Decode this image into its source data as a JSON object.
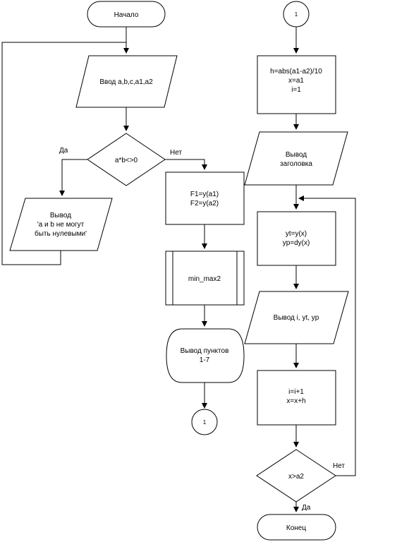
{
  "flowchart": {
    "start_label": "Начало",
    "input_label": "Ввод a,b,c,a1,a2",
    "condition_label": "a*b<>0",
    "yes_label": "Да",
    "no_label": "Нет",
    "error_output": [
      "Вывод",
      "'a и b не могут",
      "быть нулевыми'"
    ],
    "compute_f": [
      "F1=y(a1)",
      "F2=y(a2)"
    ],
    "minmax_label": "min_max2",
    "display_points": [
      "Вывод пунктов",
      "1-7"
    ],
    "connector_label": "1"
  },
  "right_column": {
    "connector_label": "1",
    "init_block": [
      "h=abs(a1-a2)/10",
      "x=a1",
      "i=1"
    ],
    "header_output": [
      "Вывод",
      "заголовка"
    ],
    "compute_y": [
      "yt=y(x)",
      "yp=dy(x)"
    ],
    "values_output": "Вывод i, yt, yp",
    "increment_block": [
      "i=i+1",
      "x=x+h"
    ],
    "loop_condition": "x>a2",
    "no_label": "Нет",
    "yes_label": "Да",
    "end_label": "Конец"
  }
}
